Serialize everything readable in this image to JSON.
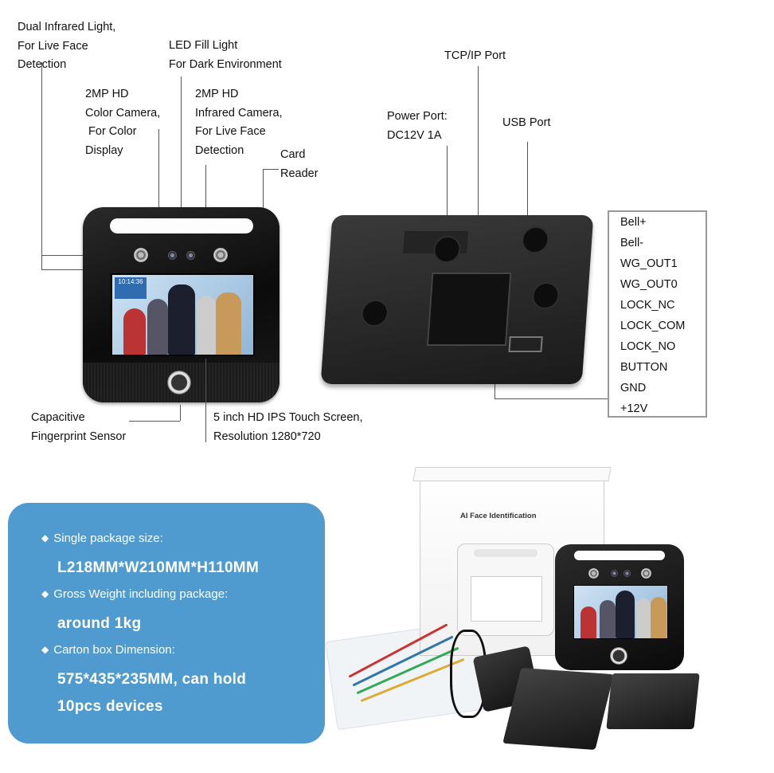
{
  "front_labels": {
    "dual_ir": [
      "Dual Infrared Light,",
      "For Live Face",
      "Detection"
    ],
    "led": [
      "LED Fill Light",
      "For Dark Environment"
    ],
    "color_cam": [
      "2MP HD",
      "Color Camera,",
      " For Color",
      "Display"
    ],
    "ir_cam": [
      "2MP HD",
      "Infrared Camera,",
      "For Live Face",
      "Detection"
    ],
    "card_reader": [
      "Card",
      "Reader"
    ],
    "fingerprint": [
      "Capacitive",
      "Fingerprint Sensor"
    ],
    "screen": [
      "5 inch HD IPS Touch Screen,",
      "Resolution 1280*720"
    ]
  },
  "back_labels": {
    "tcp": "TCP/IP Port",
    "power": [
      "Power Port:",
      "DC12V 1A"
    ],
    "usb": "USB Port"
  },
  "pins": [
    "Bell+",
    "Bell-",
    "WG_OUT1",
    "WG_OUT0",
    "LOCK_NC",
    "LOCK_COM",
    "LOCK_NO",
    "BUTTON",
    "GND",
    "+12V"
  ],
  "package_info": {
    "size_head": "Single package size:",
    "size_val": "L218MM*W210MM*H110MM",
    "weight_head": "Gross Weight including package:",
    "weight_val": "around 1kg",
    "carton_head": "Carton box Dimension:",
    "carton_val_1": "575*435*235MM, can hold",
    "carton_val_2": "10pcs devices"
  },
  "box_title": "AI Face Identification",
  "screen_time": "10:14:36",
  "colors": {
    "info_bg": "#4f9bcf",
    "device": "#111111",
    "screen_header": "#2f6db0"
  }
}
